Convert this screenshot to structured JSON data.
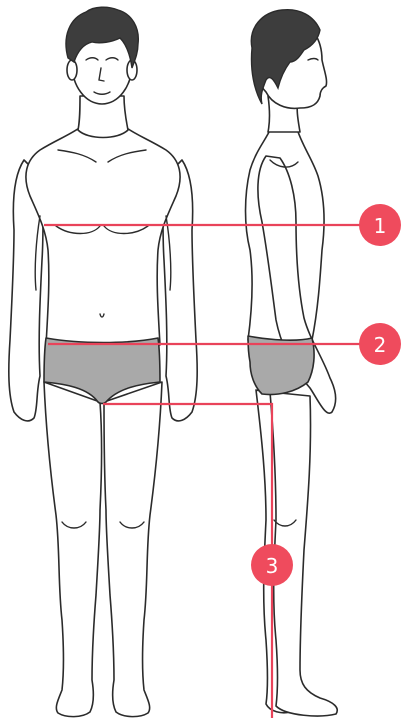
{
  "colors": {
    "background": "#ffffff",
    "outline": "#2b2b2b",
    "hair": "#3d3d3d",
    "underwear": "#a9a9a9",
    "measure_line": "#e9435a",
    "marker_fill": "#ef4b5d",
    "marker_text": "#ffffff"
  },
  "markers": [
    {
      "id": "chest",
      "number": "1"
    },
    {
      "id": "waist",
      "number": "2"
    },
    {
      "id": "inseam",
      "number": "3"
    }
  ]
}
